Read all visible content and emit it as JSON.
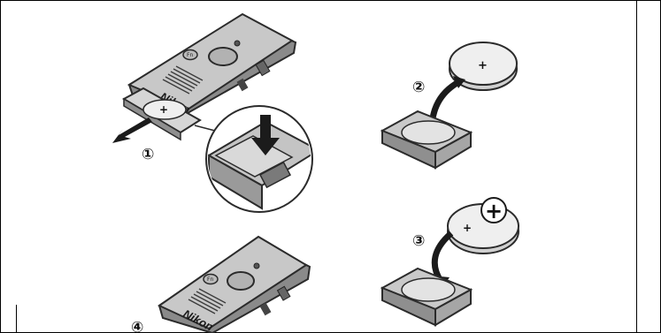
{
  "figure": {
    "brand": "Nikon",
    "button_label": "Fn",
    "step_labels": [
      "①",
      "②",
      "③",
      "④"
    ],
    "polarity_small": "+",
    "polarity_large": "+",
    "colors": {
      "outline": "#2b2b2b",
      "body_light": "#c8c8c8",
      "body_mid": "#a9a9a9",
      "body_dark": "#8a8a8a",
      "battery": "#efefef",
      "arrow": "#1b1b1b"
    }
  }
}
